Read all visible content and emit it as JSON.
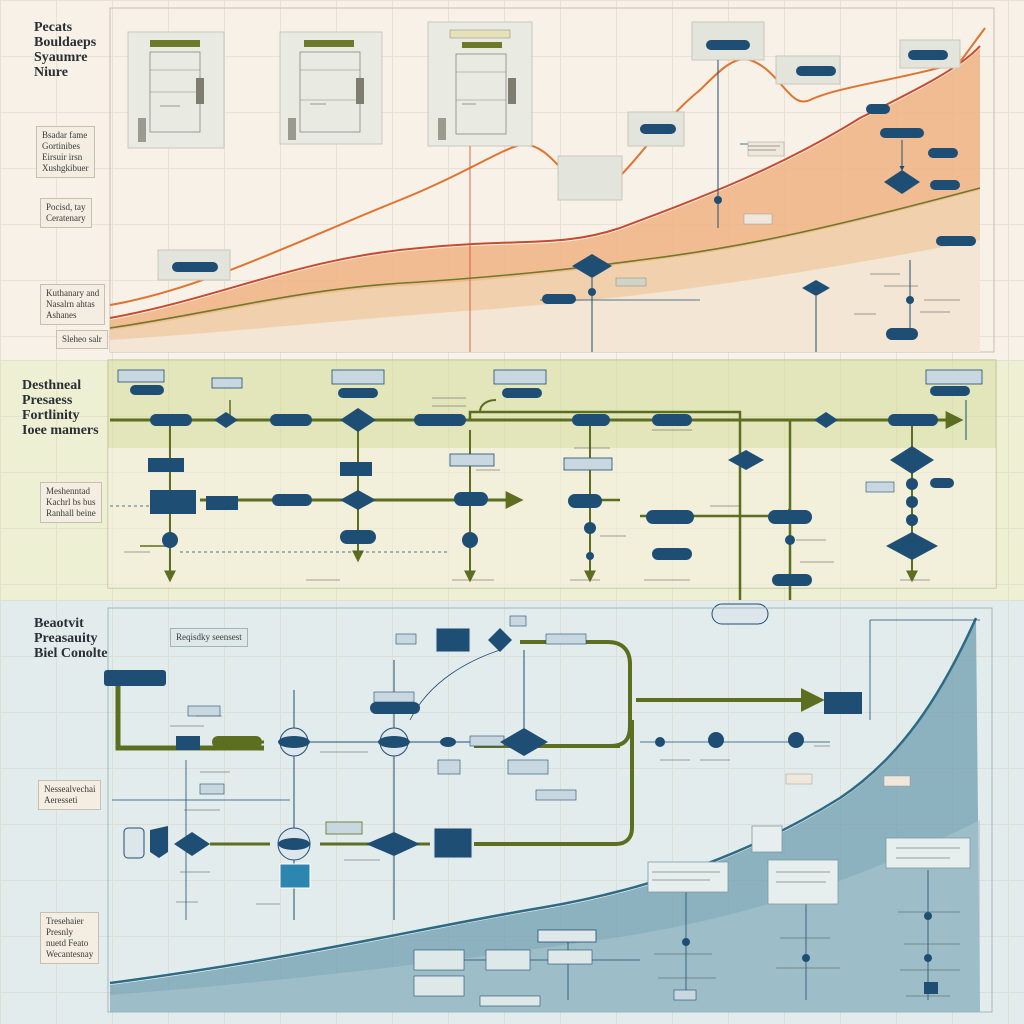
{
  "top_section": {
    "title_lines": [
      "Pecats",
      "Bouldaeps",
      "Syaumre",
      "Niure"
    ],
    "side_notes": [
      [
        "Bsadar fame",
        "Gortinibes",
        "Eirsuir irsn",
        "Xushgkibuer"
      ],
      [
        "Pocisd, tay",
        "Ceratenary"
      ],
      [
        "Kuthanary and",
        "Nasalrn ahtas",
        "Ashanes"
      ],
      [
        "Sleheo salr"
      ]
    ]
  },
  "mid_section": {
    "title_lines": [
      "Desthneal",
      "Presaess",
      "Fortlinity",
      "Ioee mamers"
    ],
    "side_notes": [
      [
        "Meshenntad",
        "Kachrl bs bus",
        "Ranhall beine"
      ]
    ]
  },
  "bottom_section": {
    "title_lines": [
      "Beaotvit",
      "Preasauity",
      "Biel Conolte"
    ],
    "panel_label": "Reqisdky seensest",
    "side_notes": [
      [
        "Nessealvechai",
        "Aeresseti"
      ],
      [
        "Tresehaier",
        "Presnly",
        "nuetd Feato",
        "Wecantesnay"
      ]
    ]
  },
  "colors": {
    "orange": "#e98a4c",
    "orange_fill": "#f1b383",
    "red_line": "#c94a2e",
    "olive": "#5c6e1f",
    "navy": "#1f4e74",
    "teal": "#2d6a86",
    "teal_fill": "#6f9eb0"
  }
}
